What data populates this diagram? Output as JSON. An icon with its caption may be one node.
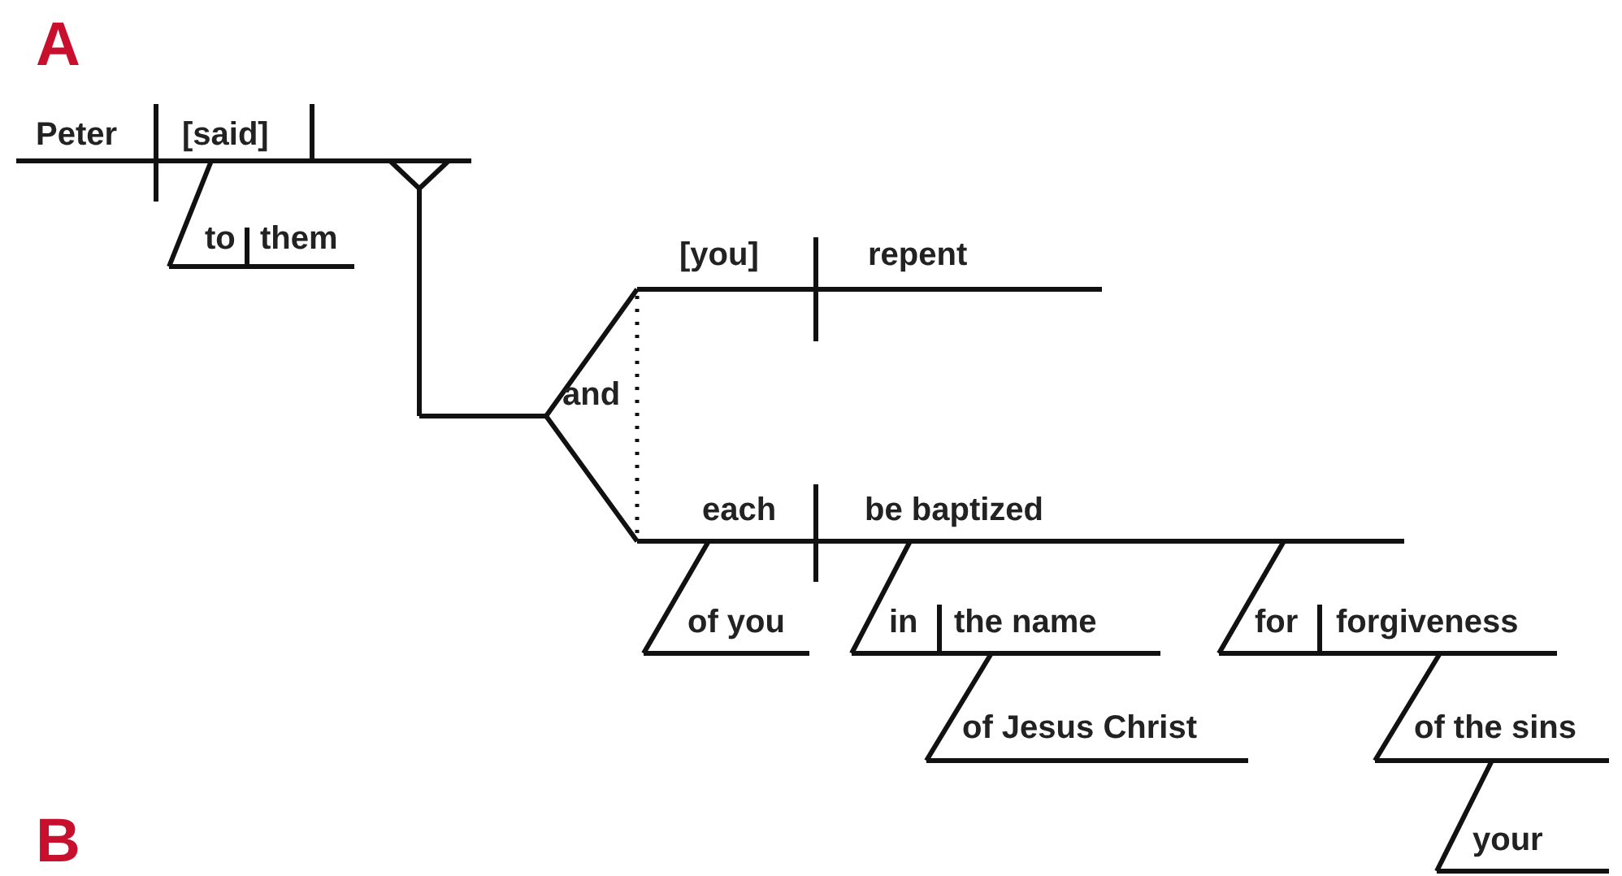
{
  "diagram": {
    "labels": [
      "A",
      "Peter",
      "[said]",
      "to",
      "them",
      "[you]",
      "repent",
      "and",
      "each",
      "be baptized",
      "of you",
      "in",
      "the name",
      "of Jesus Christ",
      "for",
      "forgiveness",
      "of the sins",
      "your",
      "B"
    ]
  }
}
